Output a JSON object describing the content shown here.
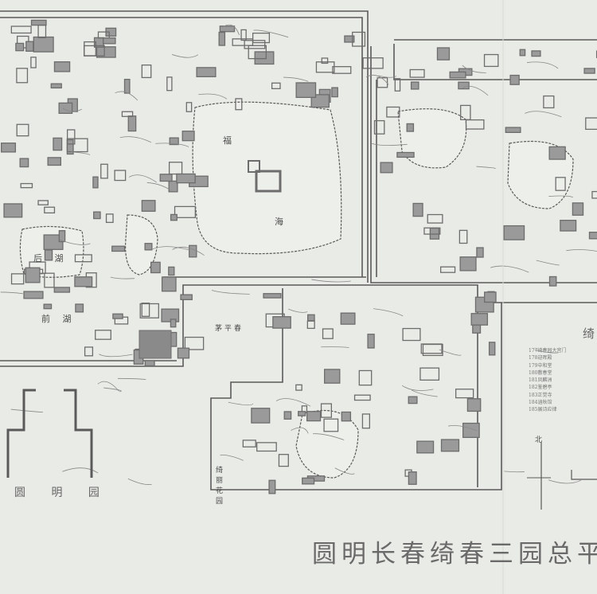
{
  "map": {
    "title": "圆明长春绮春三园总平",
    "garden_labels": {
      "yuanmingyuan": "圆 明 园",
      "qichun_header": "绮",
      "north": "北"
    },
    "place_labels": {
      "fuhai_1": "福",
      "fuhai_2": "海",
      "houhu": "后 湖",
      "qianhu": "前 湖",
      "maopingchun": "茅平春",
      "side_garden": "绮丽花园"
    },
    "legend_qichun": [
      "177绮春园大宫门",
      "178迎晖殿",
      "179中和堂",
      "180敷春堂",
      "181凤麟洲",
      "182鉴碧亭",
      "183正觉寺",
      "184涵秋馆",
      "185展诗应律"
    ],
    "colors": {
      "paper": "#e9ece6",
      "ink": "#5a5a5a",
      "building": "#6d6d6d"
    }
  }
}
